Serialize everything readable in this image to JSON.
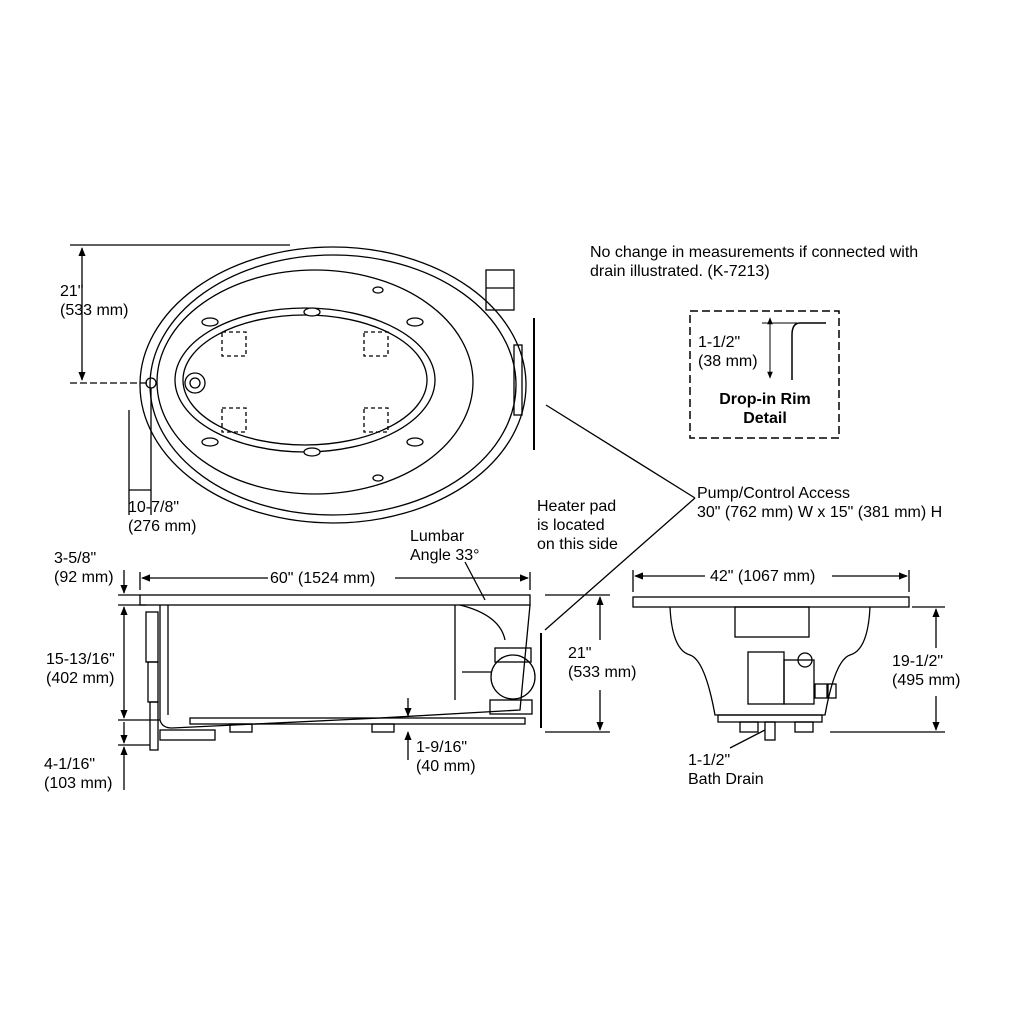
{
  "note": {
    "line1": "No change in measurements if connected with",
    "line2": "drain illustrated. (K-7213)"
  },
  "top_view": {
    "depth_in": "21\"",
    "depth_mm": "(533 mm)",
    "drain_offset_in": "10-7/8\"",
    "drain_offset_mm": "(276 mm)"
  },
  "rim_detail": {
    "dim_in": "1-1/2\"",
    "dim_mm": "(38 mm)",
    "title_line1": "Drop-in Rim",
    "title_line2": "Detail"
  },
  "pump_access": {
    "line1": "Pump/Control Access",
    "line2": "30\" (762 mm) W x 15\" (381 mm) H"
  },
  "heater_pad": {
    "line1": "Heater pad",
    "line2": "is located",
    "line3": "on this side"
  },
  "lumbar": {
    "line1": "Lumbar",
    "line2": "Angle 33°"
  },
  "side_view": {
    "length": "60\" (1524 mm)",
    "rim_in": "3-5/8\"",
    "rim_mm": "(92 mm)",
    "basin_in": "15-13/16\"",
    "basin_mm": "(402 mm)",
    "drain_in": "4-1/16\"",
    "drain_mm": "(103 mm)",
    "height_in": "21\"",
    "height_mm": "(533 mm)",
    "base_in": "1-9/16\"",
    "base_mm": "(40 mm)"
  },
  "end_view": {
    "width": "42\" (1067 mm)",
    "height_in": "19-1/2\"",
    "height_mm": "(495 mm)",
    "drain_line1": "1-1/2\"",
    "drain_line2": "Bath Drain"
  }
}
